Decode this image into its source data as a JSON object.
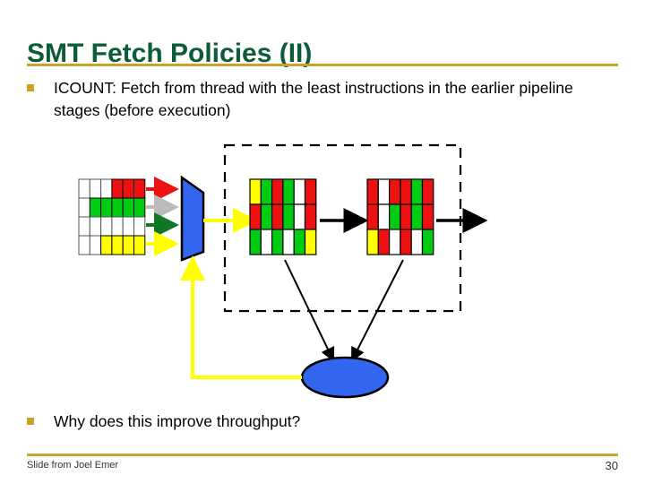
{
  "slide": {
    "title": "SMT Fetch Policies (II)",
    "accent_color": "#c9a227",
    "title_color": "#0a5c3a"
  },
  "bullets": [
    {
      "id": "icount",
      "marker": "square-bullet",
      "text": "ICOUNT: Fetch from thread with the least instructions in the earlier pipeline stages (before execution)"
    },
    {
      "id": "question",
      "marker": "square-bullet",
      "text": "Why does this improve throughput?"
    }
  ],
  "footer": {
    "note": "Slide from Joel Emer",
    "page_number": "30"
  },
  "diagram": {
    "name": "smt-icount-pipeline-diagram",
    "palette": {
      "red": "#ee1111",
      "green": "#00cc11",
      "yellow": "#ffff00",
      "white": "#ffffff",
      "blue": "#3366ee",
      "gray": "#bbbbbb",
      "dark_green": "#117722",
      "black": "#000000",
      "outline": "#000000"
    },
    "thread_queue_grid": {
      "name": "thread-instruction-queues",
      "rows": 4,
      "cols": 6,
      "cells": [
        [
          "white",
          "white",
          "white",
          "red",
          "red",
          "red"
        ],
        [
          "white",
          "green",
          "green",
          "green",
          "green",
          "green"
        ],
        [
          "white",
          "white",
          "white",
          "white",
          "white",
          "white"
        ],
        [
          "white",
          "white",
          "yellow",
          "yellow",
          "yellow",
          "yellow"
        ]
      ]
    },
    "thread_arrows": [
      {
        "name": "thread-arrow-red",
        "color": "red"
      },
      {
        "name": "thread-arrow-gray",
        "color": "gray"
      },
      {
        "name": "thread-arrow-green",
        "color": "dark_green"
      },
      {
        "name": "thread-arrow-yellow",
        "color": "yellow"
      }
    ],
    "mux": {
      "name": "fetch-selector-mux",
      "shape": "trapezoid",
      "fill": "blue"
    },
    "stage_block_1": {
      "name": "pipeline-stage-block-1",
      "rows": 3,
      "cols": 6,
      "cells": [
        [
          "yellow",
          "green",
          "red",
          "green",
          "white",
          "red"
        ],
        [
          "red",
          "green",
          "red",
          "green",
          "white",
          "red"
        ],
        [
          "green",
          "white",
          "green",
          "white",
          "green",
          "yellow"
        ]
      ]
    },
    "stage_block_2": {
      "name": "pipeline-stage-block-2",
      "rows": 3,
      "cols": 6,
      "cells": [
        [
          "red",
          "white",
          "red",
          "red",
          "green",
          "red"
        ],
        [
          "red",
          "white",
          "green",
          "red",
          "green",
          "red"
        ],
        [
          "yellow",
          "red",
          "white",
          "red",
          "white",
          "green"
        ]
      ]
    },
    "dashed_region": {
      "name": "earlier-pipeline-stages-region",
      "style": "dashed"
    },
    "icount_unit": {
      "name": "icount-counter-ellipse",
      "fill": "blue"
    },
    "feedback_path": {
      "name": "icount-feedback-path",
      "color": "yellow"
    },
    "output_arrow": {
      "name": "pipeline-output-arrow",
      "color": "black"
    }
  }
}
